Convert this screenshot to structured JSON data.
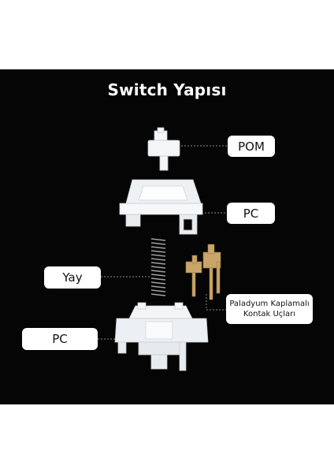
{
  "title": "Switch Yapısı",
  "labels": {
    "pom": "POM",
    "pc_top": "PC",
    "yay": "Yay",
    "contacts_line1": "Paladyum Kaplamalı",
    "contacts_line2": "Kontak Uçları",
    "pc_bottom": "PC"
  },
  "colors": {
    "background": "#050505",
    "label_bg": "#ffffff",
    "plastic": "#f2f4f6",
    "brass": "#c9a56a",
    "spring": "#9a9a9a"
  }
}
